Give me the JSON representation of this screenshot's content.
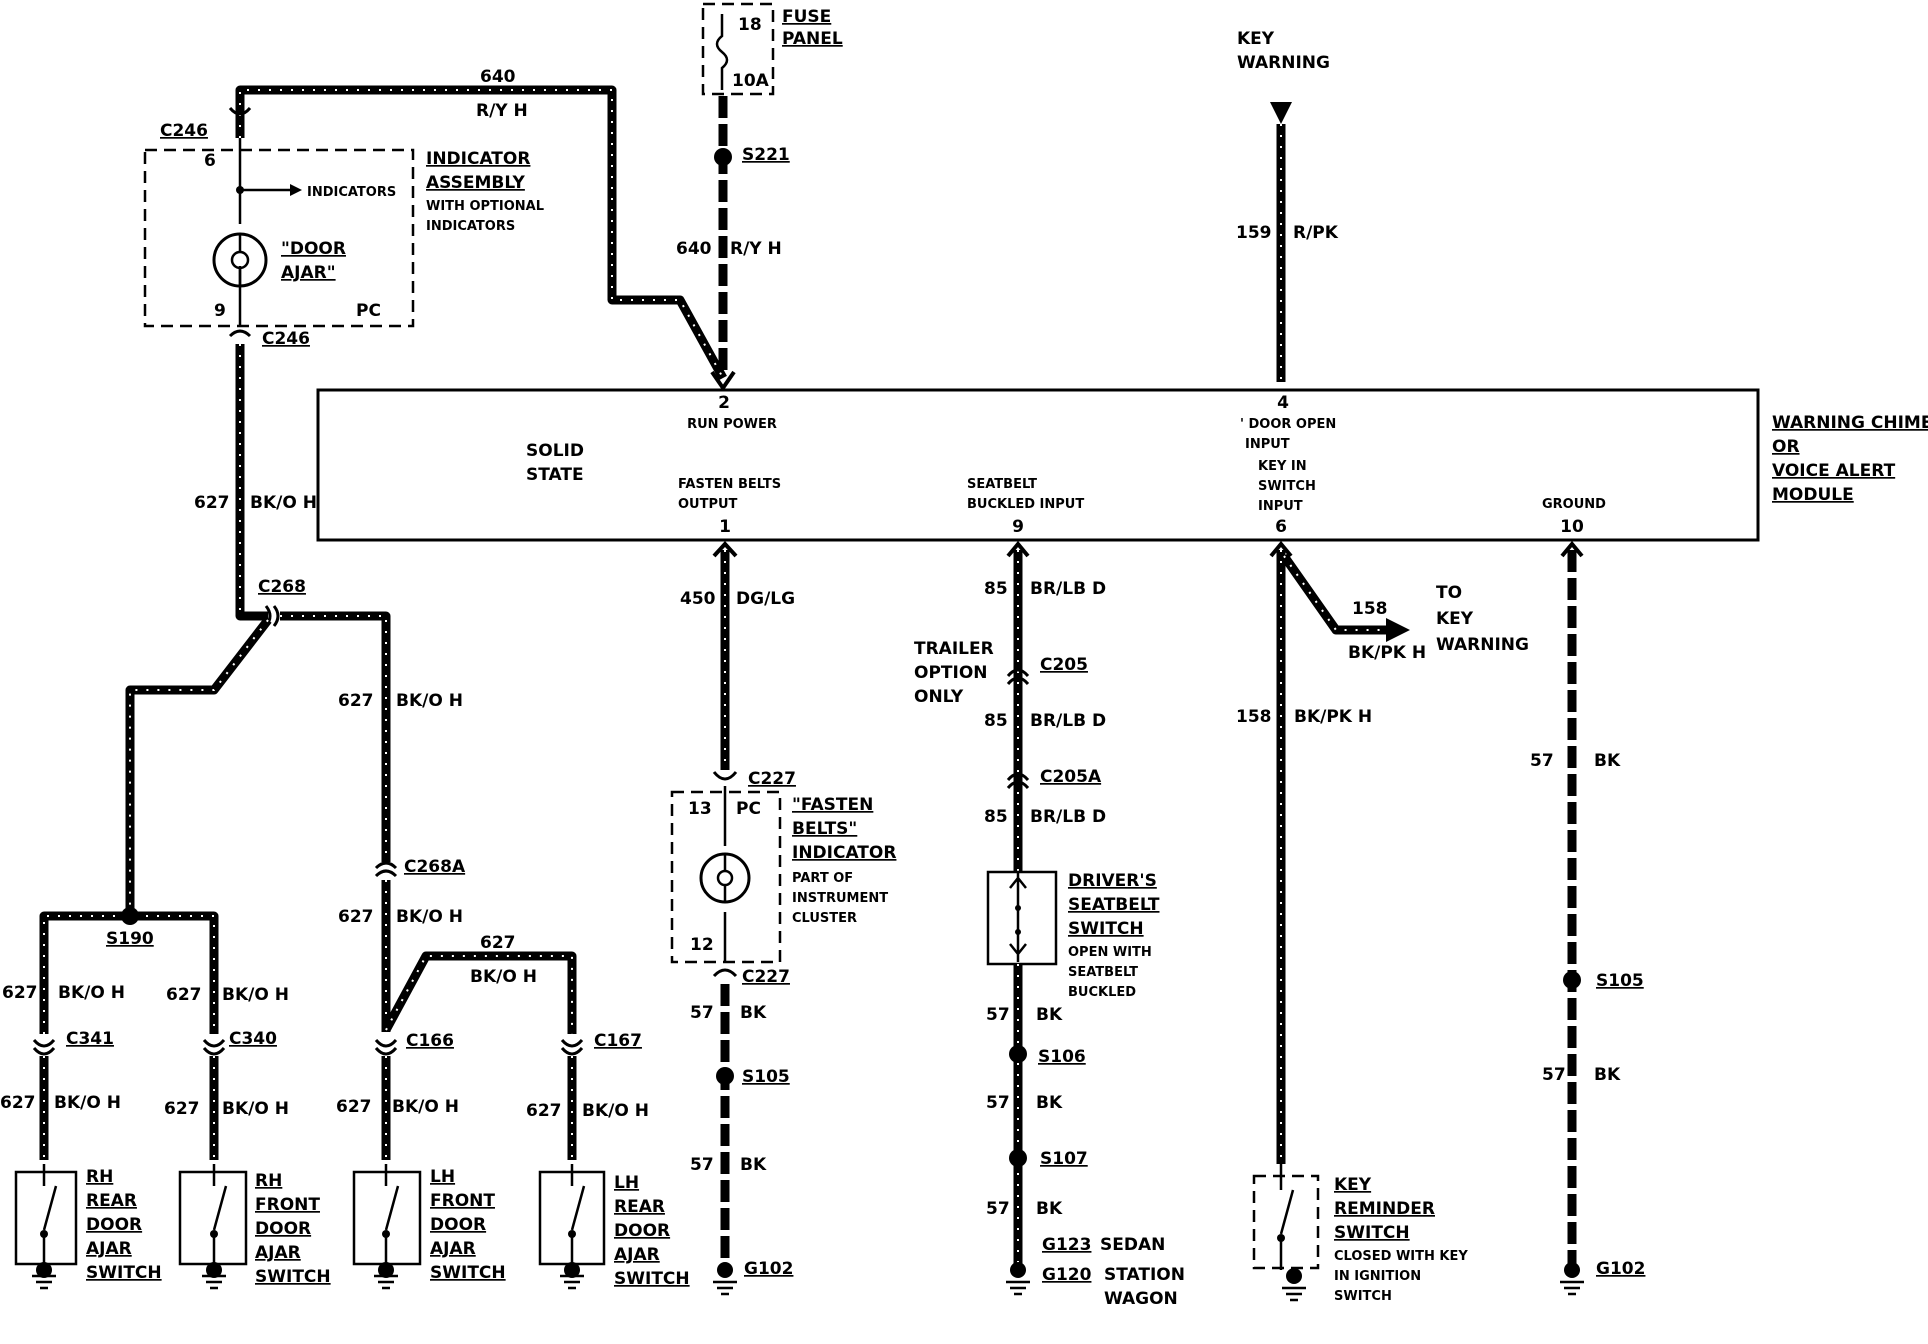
{
  "module": {
    "title_lines": [
      "WARNING CHIME",
      "OR",
      "VOICE ALERT",
      "MODULE"
    ],
    "solid_state": [
      "SOLID",
      "STATE"
    ],
    "pins": [
      {
        "num": "2",
        "lines": [
          "RUN POWER"
        ]
      },
      {
        "num": "4",
        "lines": [
          "' DOOR OPEN",
          "INPUT",
          "KEY IN",
          "SWITCH",
          "INPUT"
        ]
      },
      {
        "num": "1",
        "lines": [
          "FASTEN BELTS",
          "OUTPUT"
        ]
      },
      {
        "num": "9",
        "lines": [
          "SEATBELT",
          "BUCKLED INPUT"
        ]
      },
      {
        "num": "6",
        "lines": []
      },
      {
        "num": "10",
        "lines": [
          "GROUND"
        ]
      }
    ]
  },
  "fuse": {
    "number": "18",
    "rating": "10A",
    "label": [
      "FUSE",
      "PANEL"
    ]
  },
  "key_warning_top": [
    "KEY",
    "WARNING"
  ],
  "to_key_warning": [
    "TO",
    "KEY",
    "WARNING"
  ],
  "trailer_note": [
    "TRAILER",
    "OPTION",
    "ONLY"
  ],
  "indicator_assembly": {
    "title": [
      "INDICATOR",
      "ASSEMBLY"
    ],
    "subtitle": [
      "WITH OPTIONAL",
      "INDICATORS"
    ],
    "indicators_label": "INDICATORS",
    "lamp_label": [
      "\"DOOR",
      "AJAR\""
    ],
    "pin_top": "6",
    "pin_bottom": "9",
    "pc": "PC"
  },
  "fasten_belts": {
    "title": [
      "\"FASTEN",
      "BELTS\"",
      "INDICATOR"
    ],
    "note": [
      "PART OF",
      "INSTRUMENT",
      "CLUSTER"
    ],
    "pin_top": "13",
    "pin_bottom": "12",
    "pc": "PC"
  },
  "seatbelt_switch": {
    "title": [
      "DRIVER'S",
      "SEATBELT",
      "SWITCH"
    ],
    "note": [
      "OPEN WITH",
      "SEATBELT",
      "BUCKLED"
    ]
  },
  "key_reminder": {
    "title": [
      "KEY",
      "REMINDER",
      "SWITCH"
    ],
    "note": [
      "CLOSED WITH KEY",
      "IN IGNITION",
      "SWITCH"
    ]
  },
  "door_switches": [
    {
      "lines": [
        "RH",
        "REAR",
        "DOOR",
        "AJAR",
        "SWITCH"
      ]
    },
    {
      "lines": [
        "RH",
        "FRONT",
        "DOOR",
        "AJAR",
        "SWITCH"
      ]
    },
    {
      "lines": [
        "LH",
        "FRONT",
        "DOOR",
        "AJAR",
        "SWITCH"
      ]
    },
    {
      "lines": [
        "LH",
        "REAR",
        "DOOR",
        "AJAR",
        "SWITCH"
      ]
    }
  ],
  "connectors": {
    "c246_top": "C246",
    "c246_bot": "C246",
    "c268": "C268",
    "c268a": "C268A",
    "s190": "S190",
    "c341": "C341",
    "c340": "C340",
    "c166": "C166",
    "c167": "C167",
    "s221": "S221",
    "c227_top": "C227",
    "c227_bot": "C227",
    "s105_a": "S105",
    "g102_a": "G102",
    "c205": "C205",
    "c205a": "C205A",
    "s106": "S106",
    "s107": "S107",
    "g123": "G123",
    "g123_note": "SEDAN",
    "g120": "G120",
    "g120_note": [
      "STATION",
      "WAGON"
    ],
    "s105_b": "S105",
    "g102_b": "G102"
  },
  "wire_labels": {
    "w640_top_num": "640",
    "w640_top_col": "R/Y H",
    "w640_mid_num": "640",
    "w640_mid_col": "R/Y H",
    "w159_num": "159",
    "w159_col": "R/PK",
    "w627_main_num": "627",
    "w627_main_col": "BK/O H",
    "w627_b_num": "627",
    "w627_b_col": "BK/O H",
    "w627_c_num": "627",
    "w627_c_col": "BK/O H",
    "w627_d_num": "627",
    "w627_d_col": "BK/O H",
    "w627_rr1_num": "627",
    "w627_rr1_col": "BK/O H",
    "w627_rf1_num": "627",
    "w627_rf1_col": "BK/O H",
    "w627_rr2_num": "627",
    "w627_rr2_col": "BK/O H",
    "w627_rf2_num": "627",
    "w627_rf2_col": "BK/O H",
    "w627_lf2_num": "627",
    "w627_lf2_col": "BK/O H",
    "w627_lr2_num": "627",
    "w627_lr2_col": "BK/O H",
    "w450_num": "450",
    "w450_col": "DG/LG",
    "w57_a1_num": "57",
    "w57_a1_col": "BK",
    "w57_a2_num": "57",
    "w57_a2_col": "BK",
    "w85_a_num": "85",
    "w85_a_col": "BR/LB D",
    "w85_b_num": "85",
    "w85_b_col": "BR/LB D",
    "w85_c_num": "85",
    "w85_c_col": "BR/LB D",
    "w57_b1_num": "57",
    "w57_b1_col": "BK",
    "w57_b2_num": "57",
    "w57_b2_col": "BK",
    "w57_b3_num": "57",
    "w57_b3_col": "BK",
    "w158_a_num": "158",
    "w158_a_col": "BK/PK H",
    "w158_b_num": "158",
    "w158_b_col": "BK/PK H",
    "w57_c1_num": "57",
    "w57_c1_col": "BK",
    "w57_c2_num": "57",
    "w57_c2_col": "BK"
  }
}
